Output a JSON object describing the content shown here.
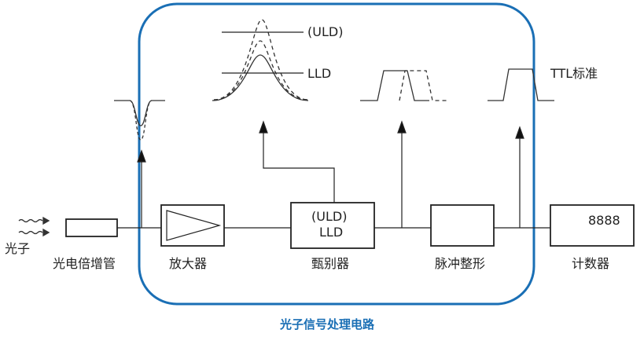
{
  "diagram": {
    "input_label": "光子",
    "blocks": {
      "pmt": "光电倍增管",
      "amplifier": "放大器",
      "discriminator": "甄别器",
      "shaper": "脉冲整形",
      "counter": "计数器"
    },
    "discriminator_box": {
      "line1": "(ULD)",
      "line2": "LLD"
    },
    "counter_display": "8888",
    "threshold_labels": {
      "uld": "(ULD)",
      "lld": "LLD"
    },
    "ttl_label": "TTL标准",
    "group_title": "光子信号处理电路",
    "colors": {
      "group_border": "#1a6fb5",
      "line": "#222222"
    }
  }
}
